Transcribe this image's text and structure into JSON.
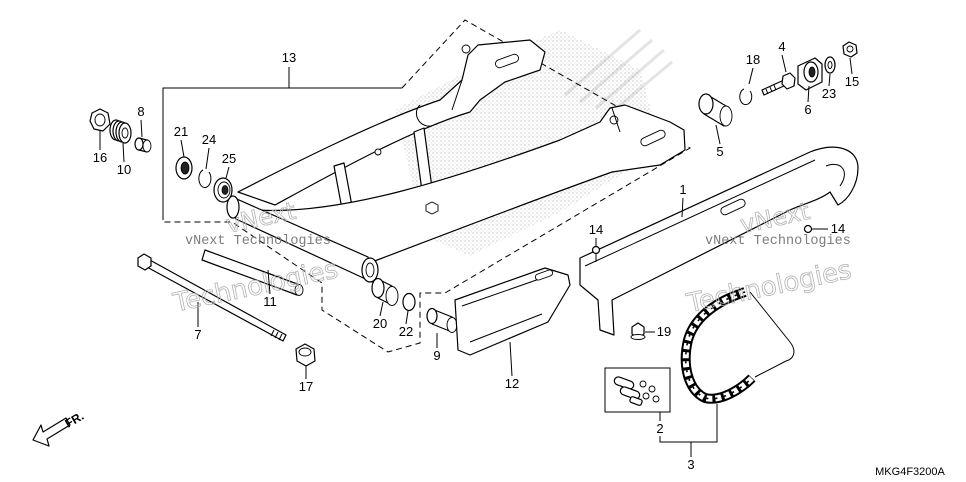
{
  "diagram": {
    "code": "MKG4F3200A",
    "direction_label": "FR.",
    "callouts": [
      "13",
      "18",
      "4",
      "15",
      "23",
      "6",
      "5",
      "8",
      "21",
      "24",
      "25",
      "16",
      "10",
      "1",
      "14",
      "14",
      "11",
      "7",
      "20",
      "22",
      "19",
      "9",
      "12",
      "17",
      "2",
      "3"
    ]
  },
  "watermarks": {
    "left_line": "vNext Technologies",
    "left_brand": "vNext",
    "left_word": "Technologies",
    "right_line": "vNext Technologies",
    "right_brand": "vNext",
    "right_word": "Technologies"
  },
  "colors": {
    "line": "#000000",
    "watermark": "#7d7d7d",
    "background": "#ffffff"
  }
}
